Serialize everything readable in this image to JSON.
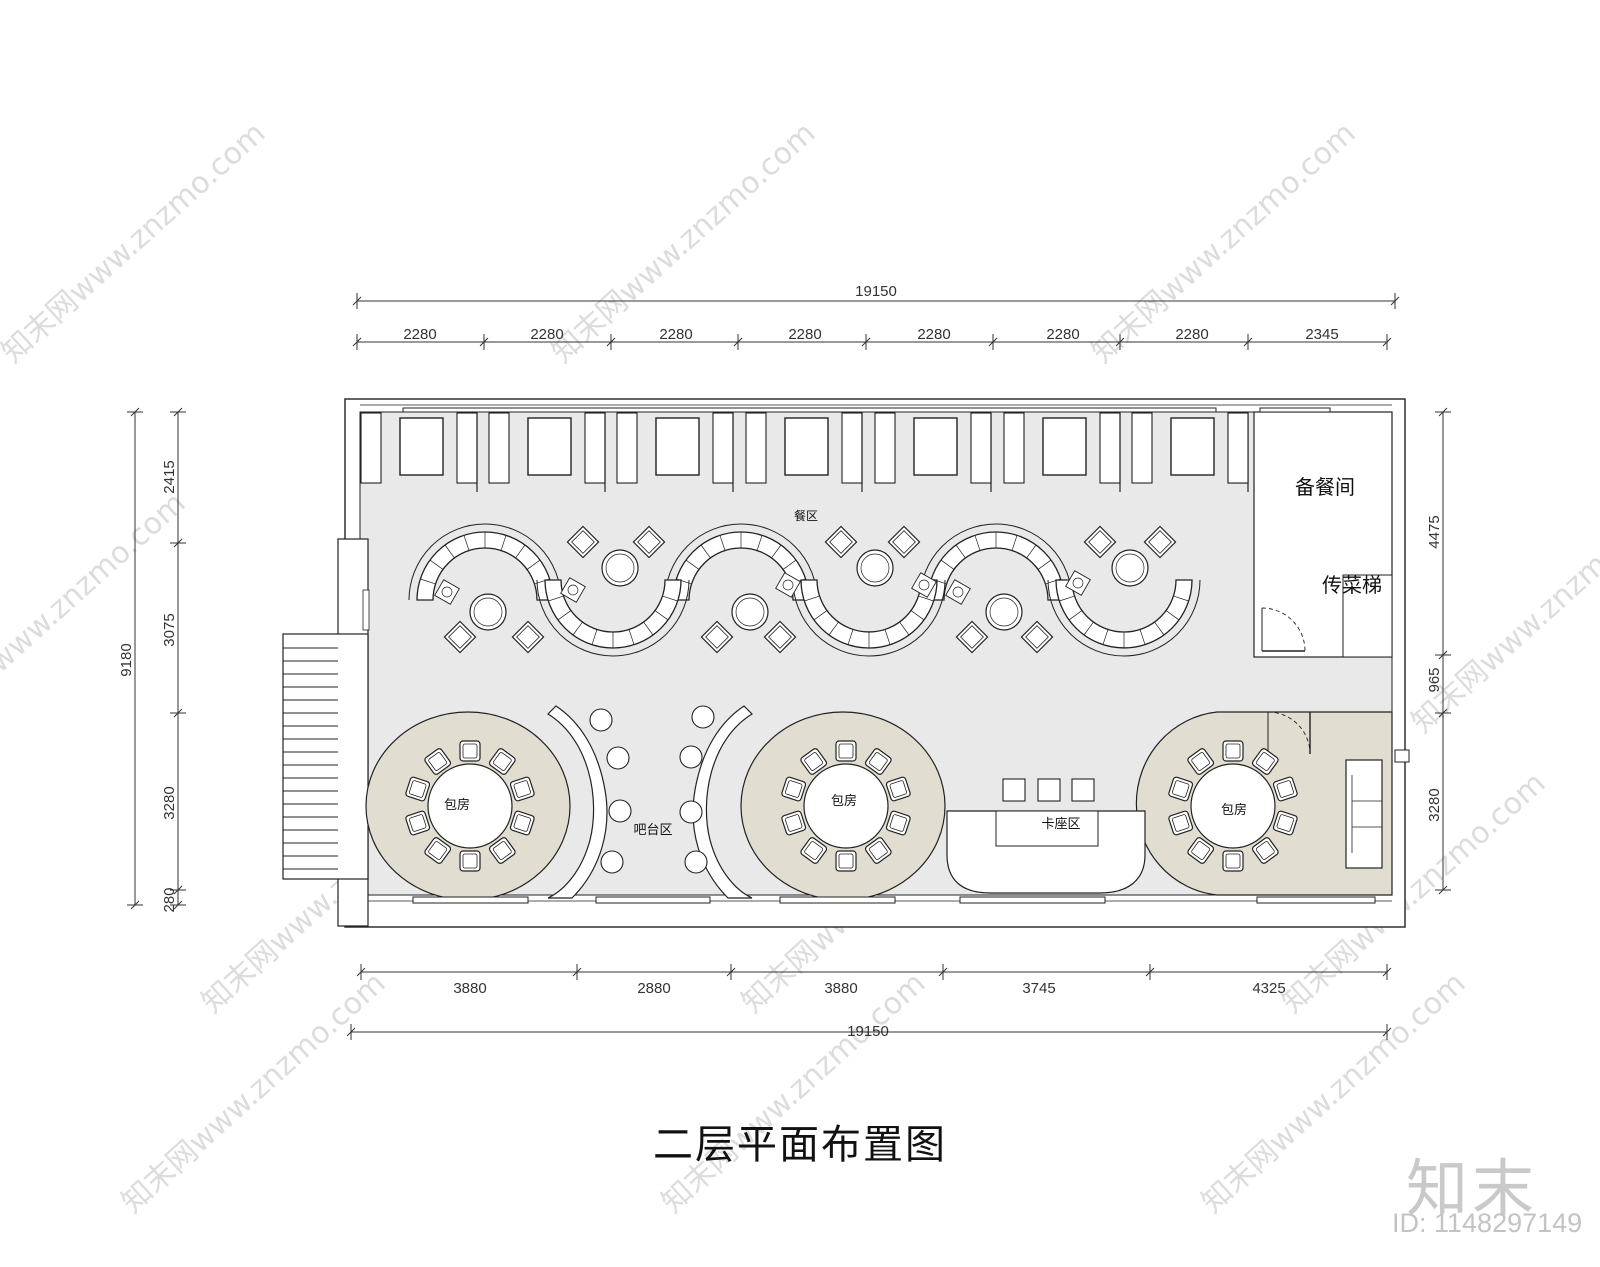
{
  "drawing": {
    "title": "二层平面布置图",
    "brand": "知末",
    "image_id": "ID: 1148297149",
    "watermark": "知末网www.znzmo.com"
  },
  "dimensions": {
    "top_total": "19150",
    "top_segments": [
      "2280",
      "2280",
      "2280",
      "2280",
      "2280",
      "2280",
      "2280",
      "2345"
    ],
    "bottom_segments": [
      "3880",
      "2880",
      "3880",
      "3745",
      "4325"
    ],
    "bottom_total": "19150",
    "left_total": "9180",
    "left_segments": [
      "2415",
      "3075",
      "3280",
      "280"
    ],
    "right_segments": [
      "4475",
      "965",
      "3280"
    ]
  },
  "rooms": {
    "dining_area": "餐区",
    "prep_room": "备餐间",
    "food_lift": "传菜梯",
    "private_room": "包房",
    "bar_area": "吧台区",
    "booth_area": "卡座区"
  },
  "colors": {
    "floor": "#e9e9e9",
    "private_room_floor": "#e1ddd0",
    "line": "#222222",
    "watermark": "#d9d9d9"
  }
}
